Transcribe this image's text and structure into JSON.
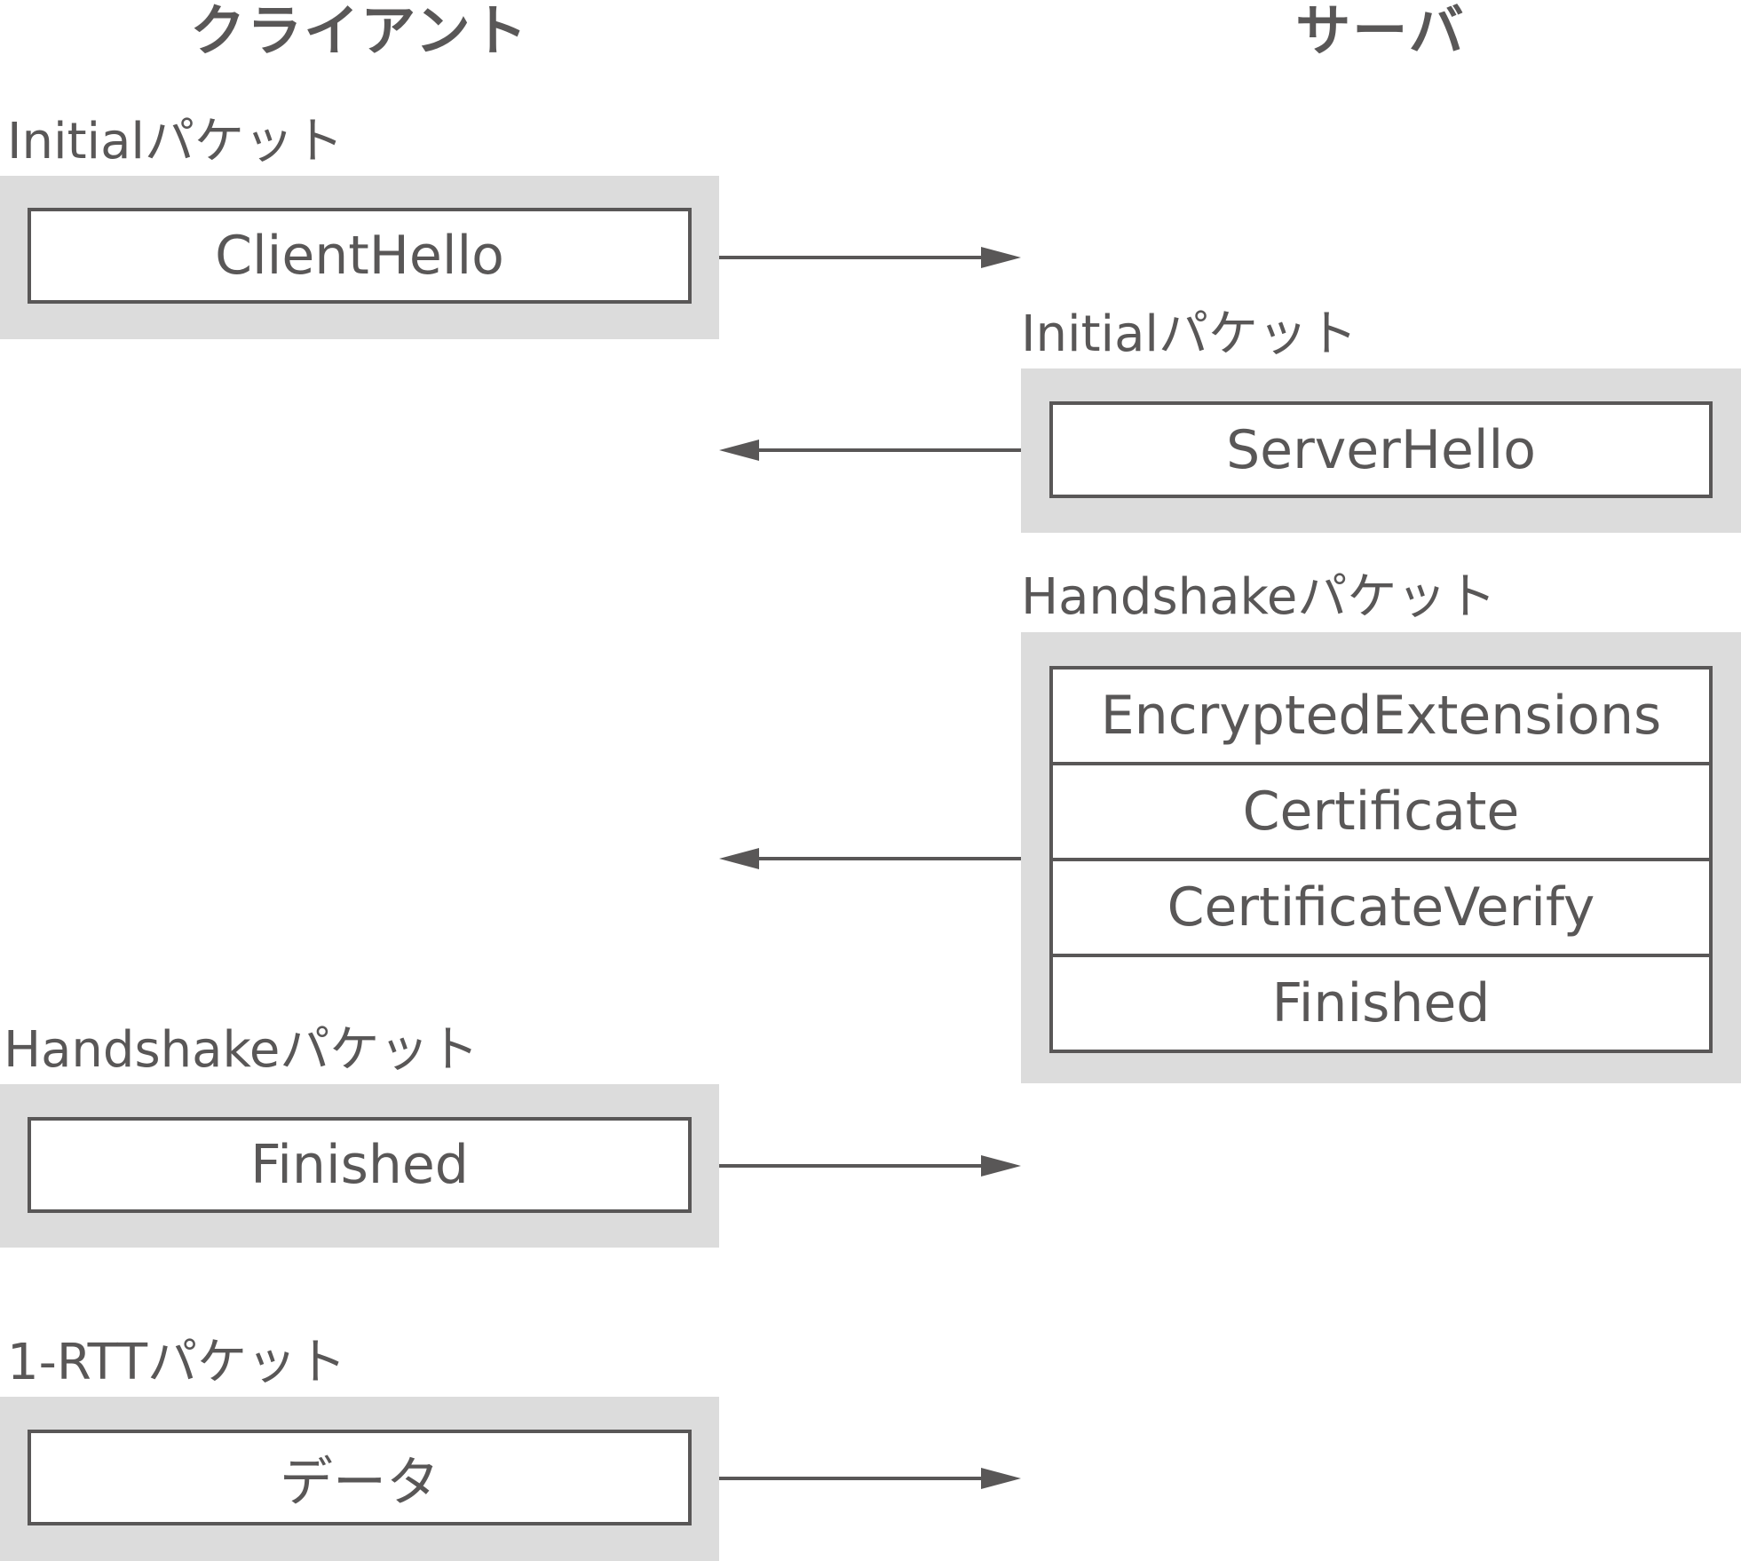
{
  "columns": {
    "client": "クライアント",
    "server": "サーバ"
  },
  "packets": {
    "client_initial": {
      "label": "Initialパケット",
      "messages": [
        "ClientHello"
      ]
    },
    "server_initial": {
      "label": "Initialパケット",
      "messages": [
        "ServerHello"
      ]
    },
    "server_handshake": {
      "label": "Handshakeパケット",
      "messages": [
        "EncryptedExtensions",
        "Certificate",
        "CertificateVerify",
        "Finished"
      ]
    },
    "client_handshake": {
      "label": "Handshakeパケット",
      "messages": [
        "Finished"
      ]
    },
    "client_1rtt": {
      "label": "1-RTTパケット",
      "messages": [
        "データ"
      ]
    }
  },
  "arrows": [
    {
      "from": "client",
      "to": "server",
      "packet": "client_initial"
    },
    {
      "from": "server",
      "to": "client",
      "packet": "server_initial"
    },
    {
      "from": "server",
      "to": "client",
      "packet": "server_handshake"
    },
    {
      "from": "client",
      "to": "server",
      "packet": "client_handshake"
    },
    {
      "from": "client",
      "to": "server",
      "packet": "client_1rtt"
    }
  ],
  "colors": {
    "ink": "#595757",
    "packet_fill": "#dcdcdc",
    "message_fill": "#ffffff"
  }
}
